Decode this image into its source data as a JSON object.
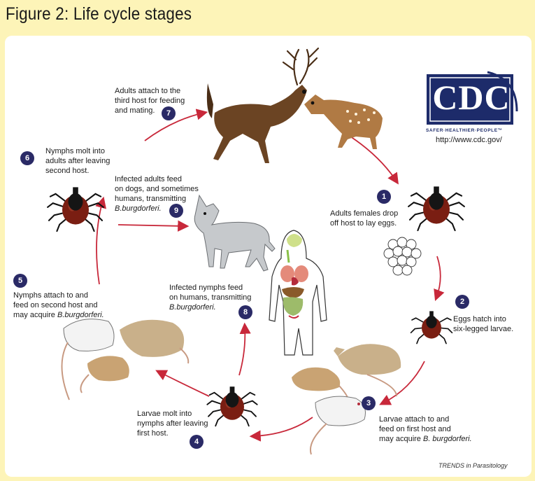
{
  "title": "Figure 2:  Life cycle stages",
  "logo": {
    "text": "CDC",
    "tagline": "SAFER·HEALTHIER·PEOPLE™",
    "url": "http://www.cdc.gov/"
  },
  "credit": "TRENDS in Parasitology",
  "stages": [
    {
      "num": "1",
      "lines": [
        "Adults females drop",
        "off host to lay eggs."
      ]
    },
    {
      "num": "2",
      "lines": [
        "Eggs hatch into",
        "six-legged larvae."
      ]
    },
    {
      "num": "3",
      "lines": [
        "Larvae attach to and",
        "feed on first host and",
        "may acquire "
      ],
      "italic": "B. burgdorferi."
    },
    {
      "num": "4",
      "lines": [
        "Larvae molt into",
        "nymphs after leaving",
        "first host."
      ]
    },
    {
      "num": "5",
      "lines": [
        "Nymphs attach to and",
        "feed on second host and",
        "may acquire "
      ],
      "italic": "B.burgdorferi."
    },
    {
      "num": "6",
      "lines": [
        "Nymphs molt into",
        "adults after leaving",
        "second host."
      ]
    },
    {
      "num": "7",
      "lines": [
        "Adults attach to the",
        "third host for feeding",
        "and mating."
      ]
    },
    {
      "num": "8",
      "lines": [
        "Infected nymphs feed",
        "on humans, transmitting"
      ],
      "italic": "B.burgdorferi."
    },
    {
      "num": "9",
      "lines": [
        "Infected adults feed",
        "on dogs, and sometimes",
        "humans, transmitting"
      ],
      "italic": "B.burgdorferi."
    }
  ],
  "colors": {
    "arrow": "#c8283a",
    "badge": "#2a2a66",
    "cdc": "#1d2b6a",
    "background": "#fdf4b8"
  }
}
